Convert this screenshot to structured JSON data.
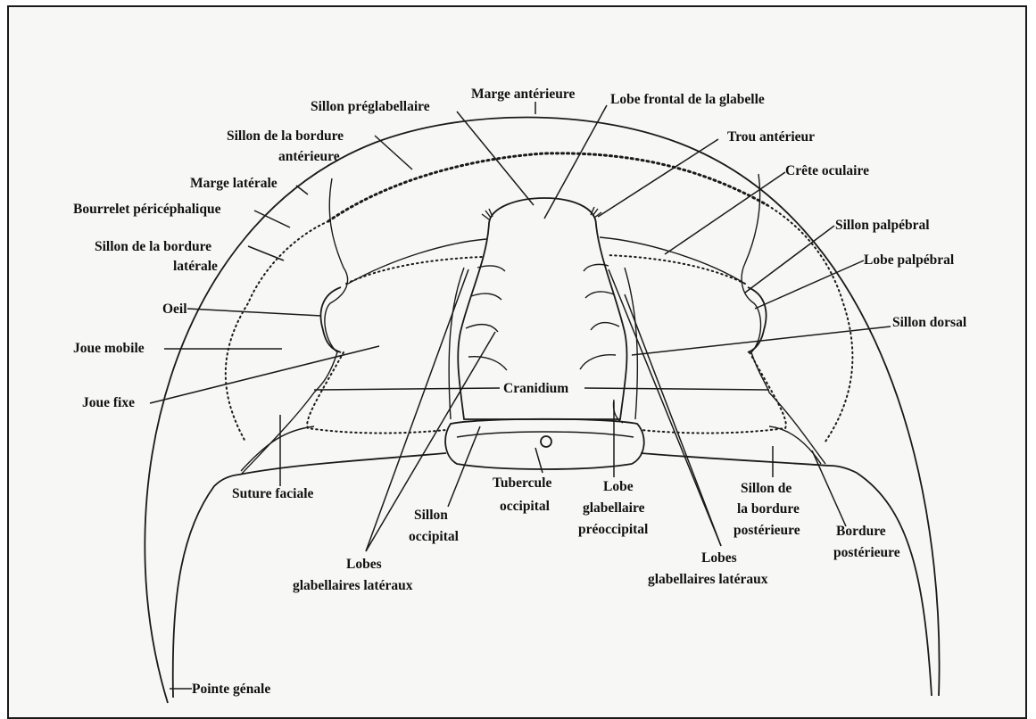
{
  "diagram": {
    "labels": {
      "marge_anterieure": "Marge antérieure",
      "lobe_frontal": "Lobe frontal de la glabelle",
      "sillon_preglabellaire": "Sillon préglabellaire",
      "sillon_bordure_anterieure_1": "Sillon de la bordure",
      "sillon_bordure_anterieure_2": "antérieure",
      "trou_anterieur": "Trou antérieur",
      "crete_oculaire": "Crête oculaire",
      "marge_laterale": "Marge latérale",
      "bourrelet": "Bourrelet péricéphalique",
      "sillon_palpebral": "Sillon palpébral",
      "sillon_bordure_laterale_1": "Sillon de la bordure",
      "sillon_bordure_laterale_2": "latérale",
      "lobe_palpebral": "Lobe palpébral",
      "oeil": "Oeil",
      "sillon_dorsal": "Sillon dorsal",
      "joue_mobile": "Joue mobile",
      "joue_fixe": "Joue fixe",
      "cranidium": "Cranidium",
      "suture_faciale": "Suture faciale",
      "tubercule_1": "Tubercule",
      "tubercule_2": "occipital",
      "lobe_preoccipital_1": "Lobe",
      "lobe_preoccipital_2": "glabellaire",
      "lobe_preoccipital_3": "préoccipital",
      "sillon_bordure_posterieure_1": "Sillon de",
      "sillon_bordure_posterieure_2": "la bordure",
      "sillon_bordure_posterieure_3": "postérieure",
      "bordure_posterieure_1": "Bordure",
      "bordure_posterieure_2": "postérieure",
      "sillon_occipital_1": "Sillon",
      "sillon_occipital_2": "occipital",
      "lobes_lat_left_1": "Lobes",
      "lobes_lat_left_2": "glabellaires latéraux",
      "lobes_lat_right_1": "Lobes",
      "lobes_lat_right_2": "glabellaires latéraux",
      "pointe_genale": "Pointe génale"
    }
  }
}
